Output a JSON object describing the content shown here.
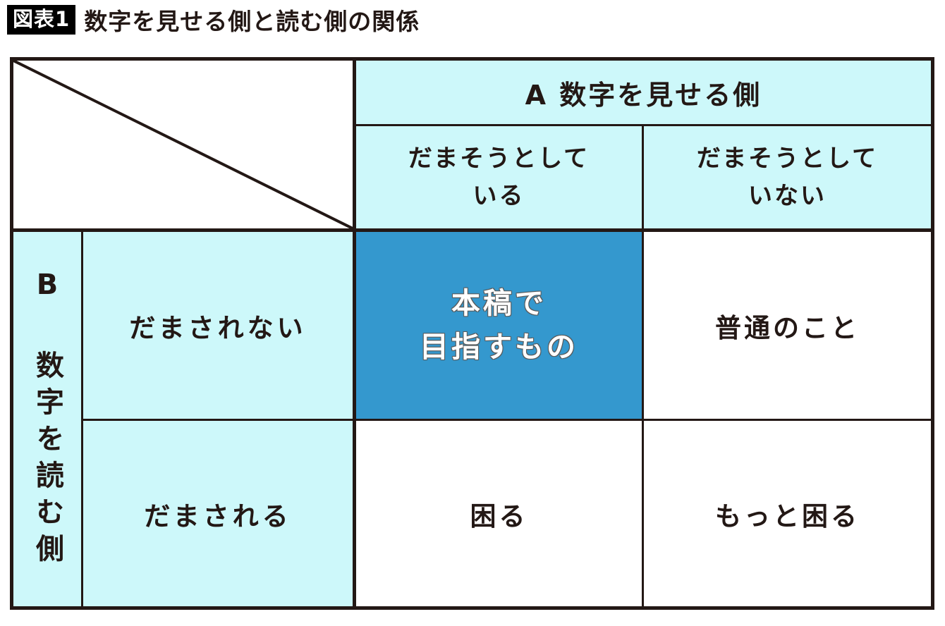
{
  "title": {
    "badge": "図表1",
    "text": "数字を見せる側と読む側の関係"
  },
  "matrix": {
    "column_axis": {
      "title": "A 数字を見せる側",
      "columns": [
        {
          "lines": [
            "だまそうとして",
            "いる"
          ]
        },
        {
          "lines": [
            "だまそうとして",
            "いない"
          ]
        }
      ]
    },
    "row_axis": {
      "title": "B 数字を読む側",
      "rows": [
        "だまされない",
        "だまされる"
      ]
    },
    "cells": {
      "r1c1": {
        "lines": [
          "本稿で",
          "目指すもの"
        ],
        "highlighted": true
      },
      "r1c2": "普通のこと",
      "r2c1": "困る",
      "r2c2": "もっと困る"
    },
    "colors": {
      "header_bg": "#cdf8fa",
      "highlight_bg": "#3498ce",
      "border": "#231815",
      "highlight_text": "#ffffff"
    }
  }
}
